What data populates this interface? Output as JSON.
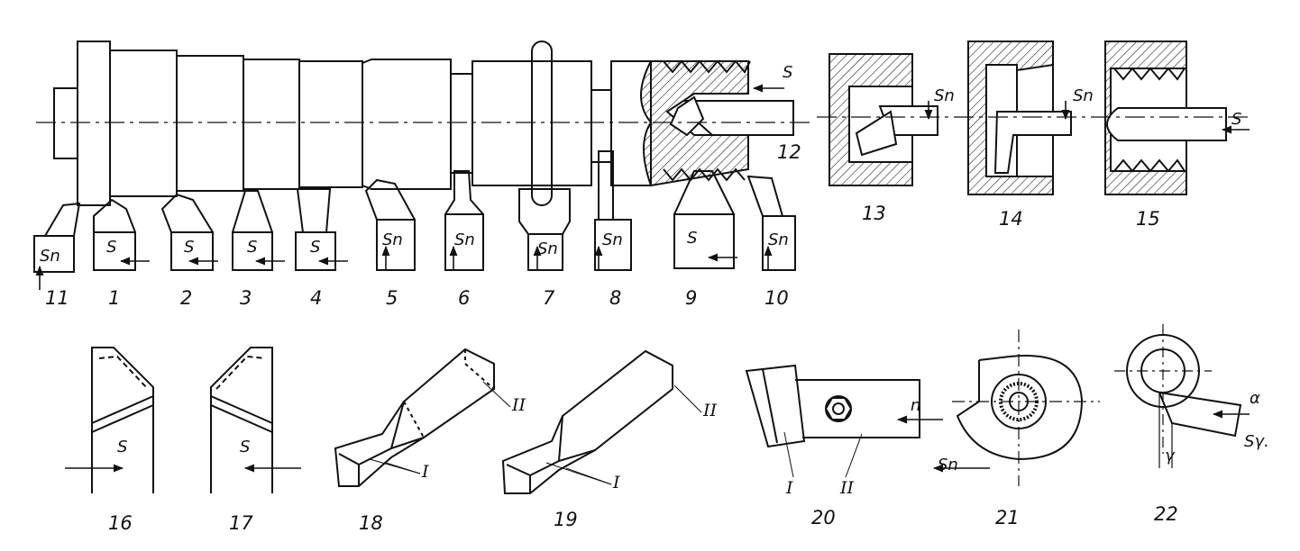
{
  "labels": {
    "n1": "1",
    "n2": "2",
    "n3": "3",
    "n4": "4",
    "n5": "5",
    "n6": "6",
    "n7": "7",
    "n8": "8",
    "n9": "9",
    "n10": "10",
    "n11": "11",
    "n12": "12",
    "n13": "13",
    "n14": "14",
    "n15": "15",
    "n16": "16",
    "n17": "17",
    "n18": "18",
    "n19": "19",
    "n20": "20",
    "n21": "21",
    "n22": "22"
  },
  "symbols": {
    "s": "S",
    "sn": "Sn",
    "n": "n",
    "alpha": "α",
    "gamma": "γ",
    "s_gamma": "Sγ."
  },
  "roman": {
    "one": "I",
    "two": "II"
  }
}
